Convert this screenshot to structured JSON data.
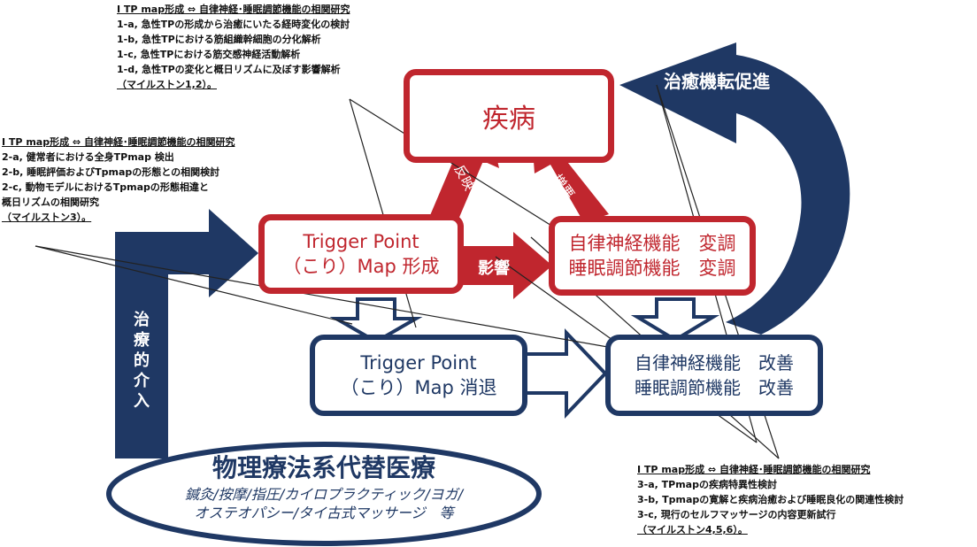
{
  "notes": {
    "top": {
      "header": "Ⅰ TP map形成 ⇔ 自律神経･睡眠調節機能の相関研究",
      "lines": [
        "1-a, 急性TPの形成から治癒にいたる経時変化の検討",
        "1-b, 急性TPにおける筋組織幹細胞の分化解析",
        "1-c, 急性TPにおける筋交感神経活動解析",
        "1-d, 急性TPの変化と概日リズムに及ぼす影響解析"
      ],
      "milestone": "（マイルストン1,2）。"
    },
    "left": {
      "header": "Ⅰ TP map形成 ⇔ 自律神経･睡眠調節機能の相関研究",
      "lines": [
        "2-a, 健常者における全身TPmap 検出",
        "2-b, 睡眠評価およびTpmapの形態との相関検討",
        "2-c, 動物モデルにおけるTpmapの形態相違と",
        "概日リズムの相関研究"
      ],
      "milestone": "（マイルストン3）。"
    },
    "bottom": {
      "header": "Ⅰ TP map形成 ⇔ 自律神経･睡眠調節機能の相関研究",
      "lines": [
        "3-a, TPmapの疾病特異性検討",
        "3-b, Tpmapの寛解と疾病治癒および睡眠良化の関連性検討",
        "3-c, 現行のセルフマッサージの内容更新試行"
      ],
      "milestone": "（マイルストン4,5,6）。"
    }
  },
  "boxes": {
    "disease": "疾病",
    "tp_formation": [
      "Trigger Point",
      "（こり）Map 形成"
    ],
    "autonomic_change": [
      "自律神経機能　変調",
      "睡眠調節機能　変調"
    ],
    "tp_resolution": [
      "Trigger Point",
      "（こり）Map 消退"
    ],
    "autonomic_improve": [
      "自律神経機能　改善",
      "睡眠調節機能　改善"
    ]
  },
  "arrow_labels": {
    "reflect": "反映",
    "influence": "影響",
    "aggravate": "増悪",
    "cure_promotion": "治癒機転促進",
    "intervention": [
      "治",
      "療",
      "的",
      "介",
      "入"
    ]
  },
  "therapy": {
    "title": "物理療法系代替医療",
    "line1": "鍼灸/按摩/指圧/カイロプラクティック/ヨガ/",
    "line2": "オステオパシー/タイ古式マッサージ　等"
  },
  "colors": {
    "red": "#c0262e",
    "navy": "#1f3864",
    "white": "#ffffff",
    "line": "#222222"
  }
}
